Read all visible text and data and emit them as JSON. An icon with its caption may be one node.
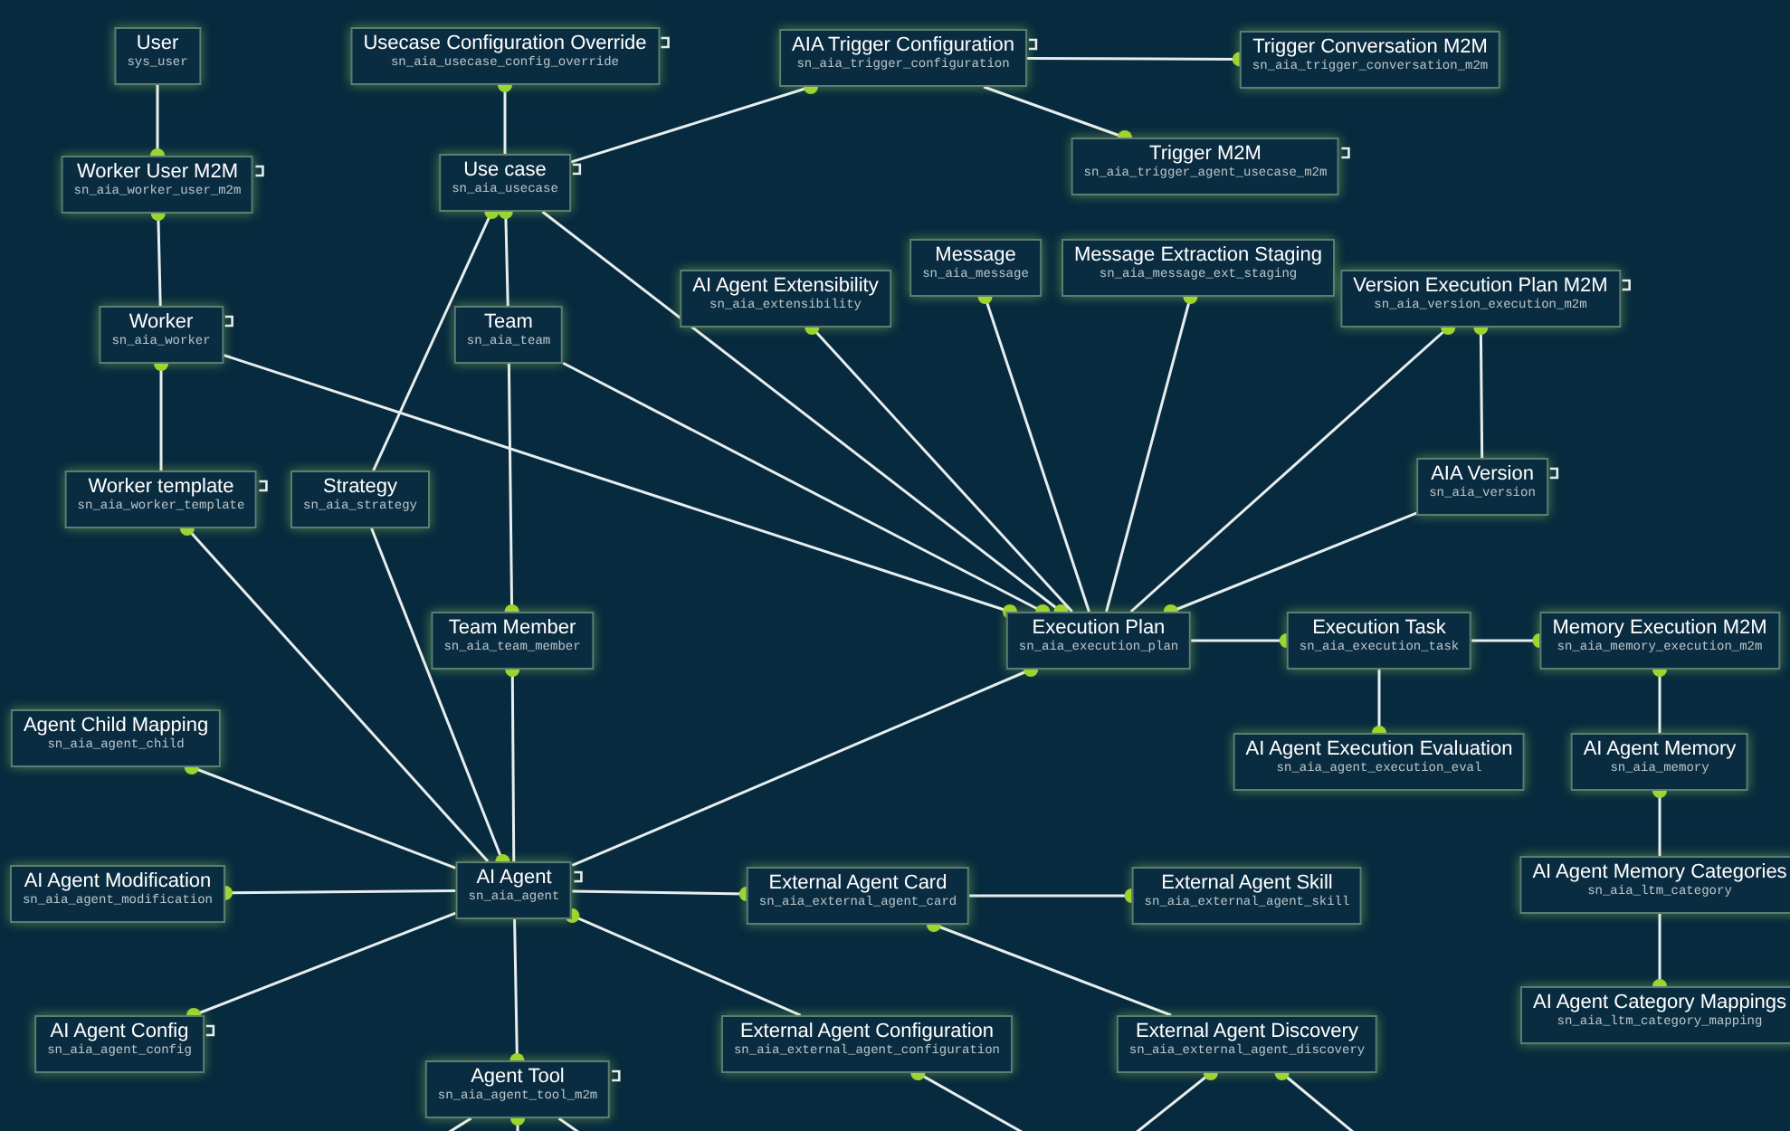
{
  "diagram": {
    "nodes": [
      {
        "text": [
          "User",
          "sys_user"
        ]
      },
      {
        "text": [
          "Usecase Configuration Override",
          "sn_aia_usecase_config_override"
        ]
      },
      {
        "text": [
          "AIA Trigger Configuration",
          "sn_aia_trigger_configuration"
        ]
      },
      {
        "text": [
          "Trigger Conversation M2M",
          "sn_aia_trigger_conversation_m2m"
        ]
      },
      {
        "text": [
          "Worker User M2M",
          "sn_aia_worker_user_m2m"
        ]
      },
      {
        "text": [
          "Use case",
          "sn_aia_usecase"
        ]
      },
      {
        "text": [
          "Trigger M2M",
          "sn_aia_trigger_agent_usecase_m2m"
        ]
      },
      {
        "text": [
          "Message",
          "sn_aia_message"
        ]
      },
      {
        "text": [
          "Message Extraction Staging",
          "sn_aia_message_ext_staging"
        ]
      },
      {
        "text": [
          "AI Agent Extensibility",
          "sn_aia_extensibility"
        ]
      },
      {
        "text": [
          "Version Execution Plan M2M",
          "sn_aia_version_execution_m2m"
        ]
      },
      {
        "text": [
          "Worker",
          "sn_aia_worker"
        ]
      },
      {
        "text": [
          "Team",
          "sn_aia_team"
        ]
      },
      {
        "text": [
          "Worker template",
          "sn_aia_worker_template"
        ]
      },
      {
        "text": [
          "Strategy",
          "sn_aia_strategy"
        ]
      },
      {
        "text": [
          "AIA Version",
          "sn_aia_version"
        ]
      },
      {
        "text": [
          "Team Member",
          "sn_aia_team_member"
        ]
      },
      {
        "text": [
          "Execution Plan",
          "sn_aia_execution_plan"
        ]
      },
      {
        "text": [
          "Execution Task",
          "sn_aia_execution_task"
        ]
      },
      {
        "text": [
          "Memory Execution M2M",
          "sn_aia_memory_execution_m2m"
        ]
      },
      {
        "text": [
          "Agent Child Mapping",
          "sn_aia_agent_child"
        ]
      },
      {
        "text": [
          "AI Agent Execution Evaluation",
          "sn_aia_agent_execution_eval"
        ]
      },
      {
        "text": [
          "AI Agent Memory",
          "sn_aia_memory"
        ]
      },
      {
        "text": [
          "AI Agent Modification",
          "sn_aia_agent_modification"
        ]
      },
      {
        "text": [
          "AI Agent",
          "sn_aia_agent"
        ]
      },
      {
        "text": [
          "External Agent Card",
          "sn_aia_external_agent_card"
        ]
      },
      {
        "text": [
          "External Agent Skill",
          "sn_aia_external_agent_skill"
        ]
      },
      {
        "text": [
          "AI Agent Memory Categories",
          "sn_aia_ltm_category"
        ]
      },
      {
        "text": [
          "AI Agent Config",
          "sn_aia_agent_config"
        ]
      },
      {
        "text": [
          "External Agent Configuration",
          "sn_aia_external_agent_configuration"
        ]
      },
      {
        "text": [
          "External Agent Discovery",
          "sn_aia_external_agent_discovery"
        ]
      },
      {
        "text": [
          "Agent Tool",
          "sn_aia_agent_tool_m2m"
        ]
      },
      {
        "text": [
          "AI Agent Category Mappings",
          "sn_aia_ltm_category_mapping"
        ]
      }
    ],
    "edges": [
      {
        "from": 0,
        "to": 4,
        "arrow": "other"
      },
      {
        "from": 11,
        "to": 4,
        "arrow": "other"
      },
      {
        "from": 5,
        "to": 1,
        "arrow": "other"
      },
      {
        "from": 5,
        "to": 2,
        "arrow": "other"
      },
      {
        "from": 2,
        "to": 3,
        "arrow": "other"
      },
      {
        "from": 2,
        "to": 6,
        "arrow": "other"
      },
      {
        "from": 12,
        "to": 5,
        "arrow": "other"
      },
      {
        "from": 14,
        "to": 5,
        "arrow": "other"
      },
      {
        "from": 5,
        "to": 17,
        "arrow": "other"
      },
      {
        "from": 11,
        "to": 17,
        "arrow": "other"
      },
      {
        "from": 12,
        "to": 17,
        "arrow": "other"
      },
      {
        "from": 17,
        "to": 9,
        "arrow": "other"
      },
      {
        "from": 17,
        "to": 7,
        "arrow": "other"
      },
      {
        "from": 17,
        "to": 8,
        "arrow": "other"
      },
      {
        "from": 17,
        "to": 10,
        "arrow": "other"
      },
      {
        "from": 15,
        "to": 17,
        "arrow": "other"
      },
      {
        "from": 24,
        "to": 17,
        "arrow": "other"
      },
      {
        "from": 13,
        "to": 11,
        "arrow": "other"
      },
      {
        "from": 24,
        "to": 13,
        "arrow": "other"
      },
      {
        "from": 14,
        "to": 24,
        "arrow": "other"
      },
      {
        "from": 12,
        "to": 16,
        "arrow": "other"
      },
      {
        "from": 24,
        "to": 16,
        "arrow": "other"
      },
      {
        "from": 24,
        "to": 20,
        "arrow": "other"
      },
      {
        "from": 24,
        "to": 23,
        "arrow": "other"
      },
      {
        "from": 24,
        "to": 28,
        "arrow": "other"
      },
      {
        "from": 24,
        "to": 31,
        "arrow": "other"
      },
      {
        "from": 24,
        "to": 25,
        "arrow": "other"
      },
      {
        "from": 29,
        "to": 24,
        "arrow": "other"
      },
      {
        "from": 25,
        "to": 26,
        "arrow": "other"
      },
      {
        "from": 30,
        "to": 25,
        "arrow": "other"
      },
      {
        "from": 15,
        "to": 10,
        "arrow": "other"
      },
      {
        "from": 17,
        "to": 18,
        "arrow": "other"
      },
      {
        "from": 18,
        "to": 19,
        "arrow": "other"
      },
      {
        "from": 18,
        "to": 21,
        "arrow": "other"
      },
      {
        "from": 22,
        "to": 19,
        "arrow": "other"
      },
      {
        "from": 27,
        "to": 22,
        "arrow": "other"
      },
      {
        "from": 27,
        "to": 32,
        "arrow": "other"
      },
      {
        "from": null,
        "to": 29,
        "arrow": "other"
      },
      {
        "from": null,
        "to": 30,
        "arrow": "other"
      },
      {
        "from": null,
        "to": 30,
        "arrow": "other"
      },
      {
        "from": null,
        "to": 31,
        "arrow": "other"
      },
      {
        "from": 31,
        "to": null,
        "arrow": "none"
      },
      {
        "from": 31,
        "to": null,
        "arrow": "none"
      }
    ]
  }
}
